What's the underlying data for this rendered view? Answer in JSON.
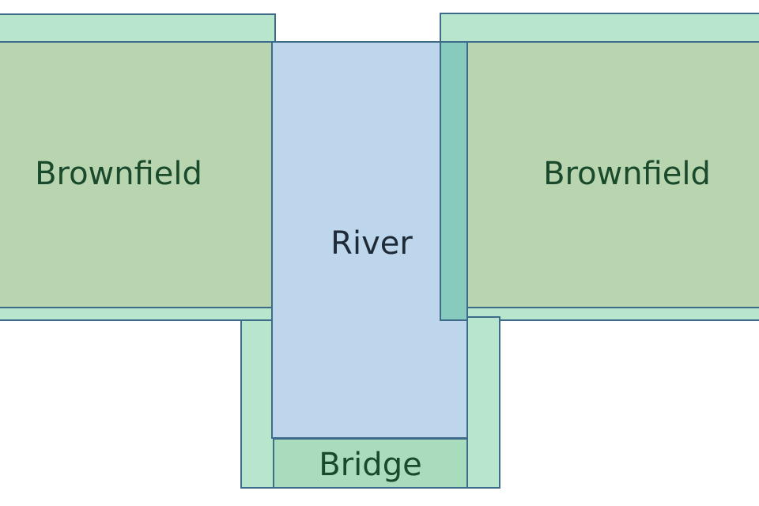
{
  "diagram": {
    "zones": [
      {
        "id": "brownfield-left",
        "label": "Brownfield"
      },
      {
        "id": "river",
        "label": "River"
      },
      {
        "id": "brownfield-right",
        "label": "Brownfield"
      },
      {
        "id": "bridge",
        "label": "Bridge"
      }
    ],
    "colors": {
      "buffer": "#b7e6cd",
      "brownfield": "#b8d5b0",
      "river": "#bdd6ec",
      "overlap": "#86cbbd",
      "bridge": "#a8dcbc",
      "outline": "#3f6b8a",
      "label_green": "#1a4a2c",
      "label_dark": "#1e2a36"
    }
  }
}
